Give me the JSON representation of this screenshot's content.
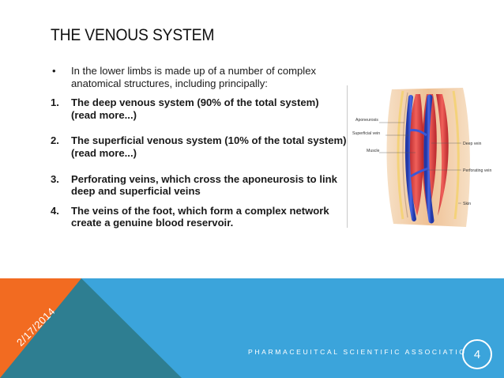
{
  "slide": {
    "title": "THE VENOUS SYSTEM",
    "bullet_marker": "•",
    "bullet_text": "In the lower limbs is made up of a number of complex anatomical structures, including principally:",
    "items": [
      {
        "number": "1.",
        "text": "The deep venous system (90% of the total system) (read more...)"
      },
      {
        "number": "2.",
        "text": "The superficial venous system (10% of the total system) (read more...)"
      },
      {
        "number": "3.",
        "text": "Perforating veins, which cross the aponeurosis to link deep and superficial veins"
      },
      {
        "number": "4.",
        "text": "The veins of the foot, which form a complex network create a genuine blood reservoir."
      }
    ]
  },
  "diagram": {
    "labels": {
      "aponeurosis": "Aponeurosis",
      "superficial_vein": "Superficial vein",
      "muscle": "Muscle",
      "deep_vein": "Deep vein",
      "perforating_vein": "Perforating vein",
      "skin": "Skin"
    }
  },
  "footer": {
    "date": "2/17/2014",
    "organization": "PHARMACEUITCAL SCIENTIFIC ASSOCIATIO",
    "page_number": "4"
  },
  "colors": {
    "orange": "#F26B21",
    "blue": "#3BA4DB",
    "teal": "#2E7E91",
    "vein_blue": "#2F4DC9",
    "muscle_red": "#E24B45",
    "skin": "#F2C9A0"
  }
}
